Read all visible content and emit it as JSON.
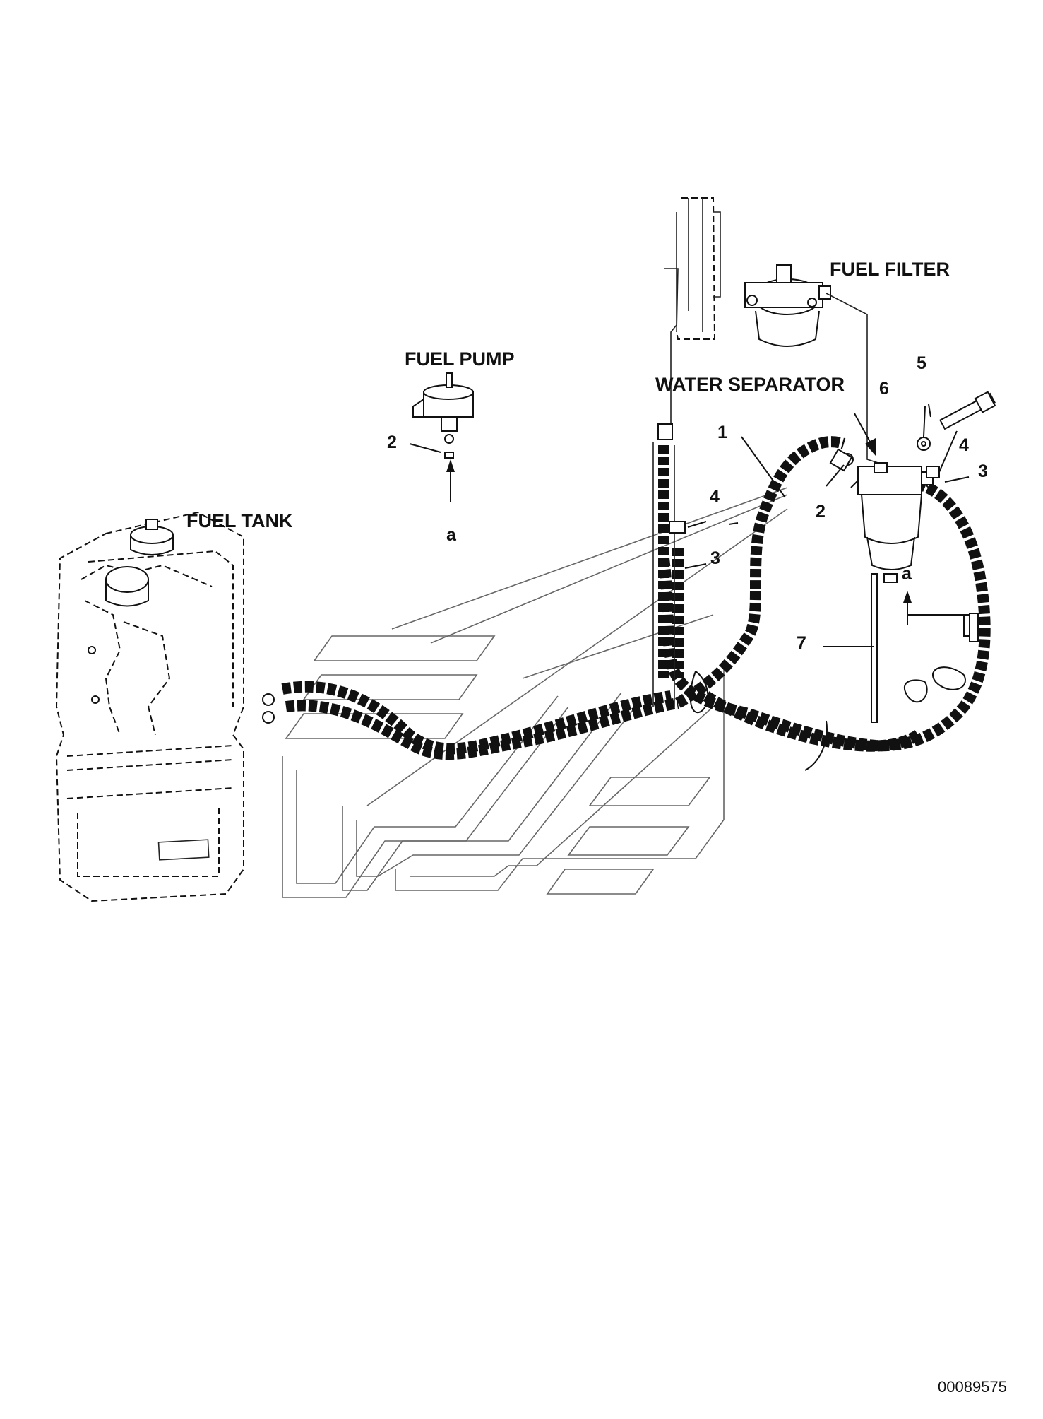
{
  "labels": {
    "fuel_filter": "FUEL FILTER",
    "fuel_pump": "FUEL PUMP",
    "water_separator": "WATER SEPARATOR",
    "fuel_tank": "FUEL TANK"
  },
  "callouts": {
    "hose_1": "1",
    "clamp_2_pump": "2",
    "clamp_2_separator": "2",
    "hose_3_left": "3",
    "hose_3_right": "3",
    "clip_4_left": "4",
    "clip_4_right": "4",
    "bolt_5": "5",
    "washer_6": "6",
    "tube_7": "7",
    "view_a_pump": "a",
    "view_a_separator": "a"
  },
  "document_number": "00089575"
}
